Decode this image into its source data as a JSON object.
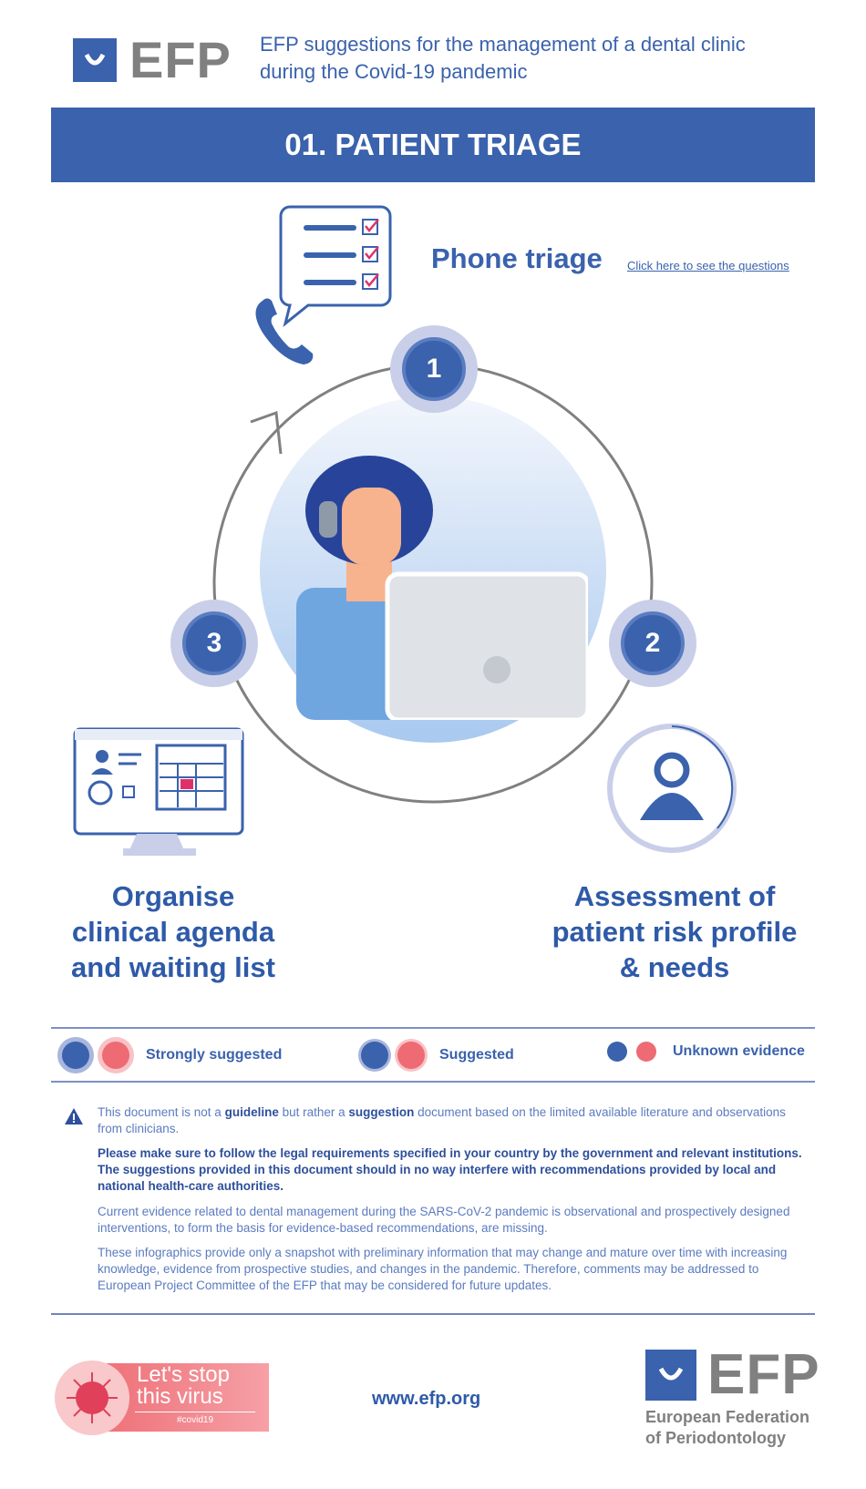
{
  "header": {
    "logo_text": "EFP",
    "subtitle_line1": "EFP suggestions for the management of a dental clinic",
    "subtitle_line2": "during the Covid-19 pandemic"
  },
  "banner": {
    "title": "01. PATIENT TRIAGE"
  },
  "phone_triage": {
    "title": "Phone triage",
    "link": "Click here to see the questions"
  },
  "steps": [
    {
      "number": "1"
    },
    {
      "number": "2",
      "label_lines": [
        "Assessment of",
        "patient risk profile",
        "& needs"
      ]
    },
    {
      "number": "3",
      "label_lines": [
        "Organise",
        "clinical agenda",
        "and waiting list"
      ]
    }
  ],
  "legend": [
    {
      "label": "Strongly suggested"
    },
    {
      "label": "Suggested"
    },
    {
      "label": "Unknown evidence"
    }
  ],
  "colors": {
    "primary": "#3a62ad",
    "red": "#ee6b73",
    "grey": "#808080"
  },
  "disclaimer": {
    "p1_a": "This document is not a ",
    "p1_b": "guideline",
    "p1_c": " but rather a ",
    "p1_d": "suggestion",
    "p1_e": " document based on the limited available literature and observations from clinicians.",
    "p2": "Please make sure to follow the legal requirements specified in your country by the government and relevant institutions. The suggestions provided in this document should in no way interfere with recommendations provided by local and national health-care authorities.",
    "p3": "Current evidence related to dental management during the SARS-CoV-2 pandemic is observational and prospectively designed interventions, to form the basis for evidence-based recommendations, are missing.",
    "p4": "These infographics provide only a snapshot with preliminary information that may change and mature over time with increasing knowledge, evidence from prospective studies, and changes in the pandemic. Therefore, comments may be addressed to European Project Committee of the EFP that may be considered for future updates."
  },
  "footer": {
    "badge_line1": "Let's stop",
    "badge_line2": "this virus",
    "badge_tag": "#covid19",
    "website": "www.efp.org",
    "logo_text": "EFP",
    "org_line1": "European Federation",
    "org_line2": "of Periodontology"
  }
}
